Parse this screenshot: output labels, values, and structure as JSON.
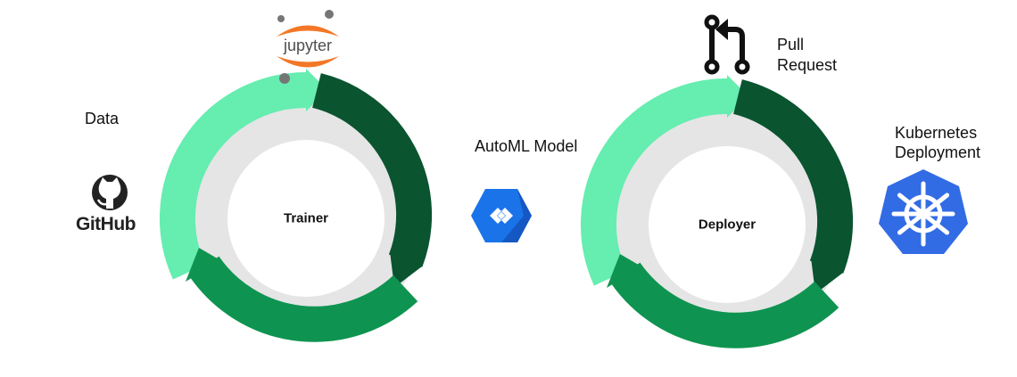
{
  "colors": {
    "light_green": "#66EDB0",
    "dark_green": "#0A5430",
    "mid_green": "#0E9450",
    "inner_ring": "#E5E5E5",
    "automl_blue": "#1A73E8",
    "k8s_blue": "#326CE5",
    "jupyter_orange": "#F37726"
  },
  "labels": {
    "data": "Data",
    "automl_model": "AutoML Model",
    "pull": "Pull",
    "request": "Request",
    "kubernetes": "Kubernetes",
    "deployment": "Deployment",
    "trainer": "Trainer",
    "deployer": "Deployer"
  },
  "logos": {
    "github": "GitHub",
    "jupyter": "jupyter"
  },
  "icons": [
    "github-icon",
    "jupyter-icon",
    "automl-icon",
    "pull-request-icon",
    "kubernetes-icon"
  ]
}
